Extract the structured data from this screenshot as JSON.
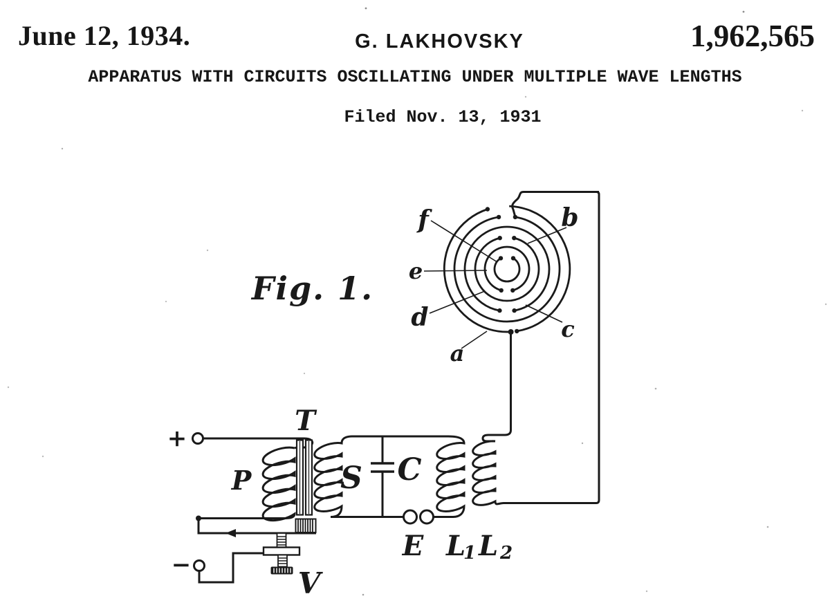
{
  "header": {
    "date": "June 12, 1934.",
    "inventor": "G. LAKHOVSKY",
    "patent_number": "1,962,565",
    "title": "APPARATUS WITH CIRCUITS OSCILLATING UNDER MULTIPLE WAVE LENGTHS",
    "filed": "Filed Nov. 13, 1931"
  },
  "figure": {
    "caption": "Fig. 1.",
    "ring_labels": {
      "a": "a",
      "b": "b",
      "c": "c",
      "d": "d",
      "e": "e",
      "f": "f"
    },
    "component_labels": {
      "plus": "+",
      "minus": "−",
      "core": "T",
      "primary": "P",
      "secondary": "S",
      "capacitor": "C",
      "spark_gap": "E",
      "L1_main": "L",
      "L1_sub": "1",
      "L2_main": "L",
      "L2_sub": "2",
      "vibrator": "V"
    }
  },
  "colors": {
    "ink": "#1a1a1a",
    "paper": "#ffffff"
  }
}
